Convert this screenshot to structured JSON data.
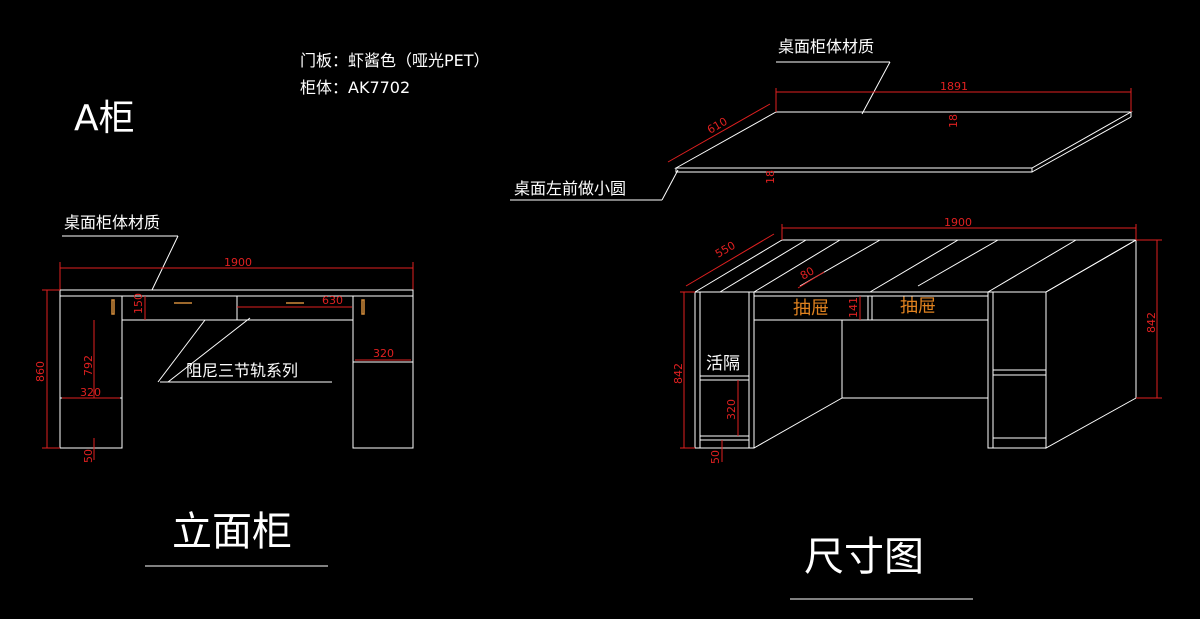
{
  "notes": {
    "door_panel": "门板：虾酱色（哑光PET）",
    "cabinet_body": "柜体：AK7702"
  },
  "cabinet_name": "A柜",
  "elevation": {
    "title": "立面柜",
    "labels": {
      "top_material": "桌面柜体材质",
      "rail": "阻尼三节轨系列"
    },
    "dims": {
      "width": "1900",
      "height": "860",
      "drawer_h": "150",
      "drawer_w": "630",
      "inner_h": "792",
      "inner_w": "320",
      "right_w": "320",
      "base": "50"
    }
  },
  "dimension": {
    "title": "尺寸图",
    "labels": {
      "top_material": "桌面柜体材质",
      "round_corner": "桌面左前做小圆",
      "drawer_1": "抽屉",
      "drawer_2": "抽屉",
      "shelf": "活隔"
    },
    "dims": {
      "top_width": "1891",
      "top_depth": "610",
      "top_thick_a": "18",
      "top_thick_b": "18",
      "width": "1900",
      "depth": "550",
      "drawer_d": "80",
      "drawer_h": "141",
      "height_r": "842",
      "height_l": "842",
      "inner_h": "320",
      "base": "50"
    }
  },
  "colors": {
    "background": "#000000",
    "line": "#ffffff",
    "dimension": "#e02020",
    "highlight": "#e0821f"
  }
}
